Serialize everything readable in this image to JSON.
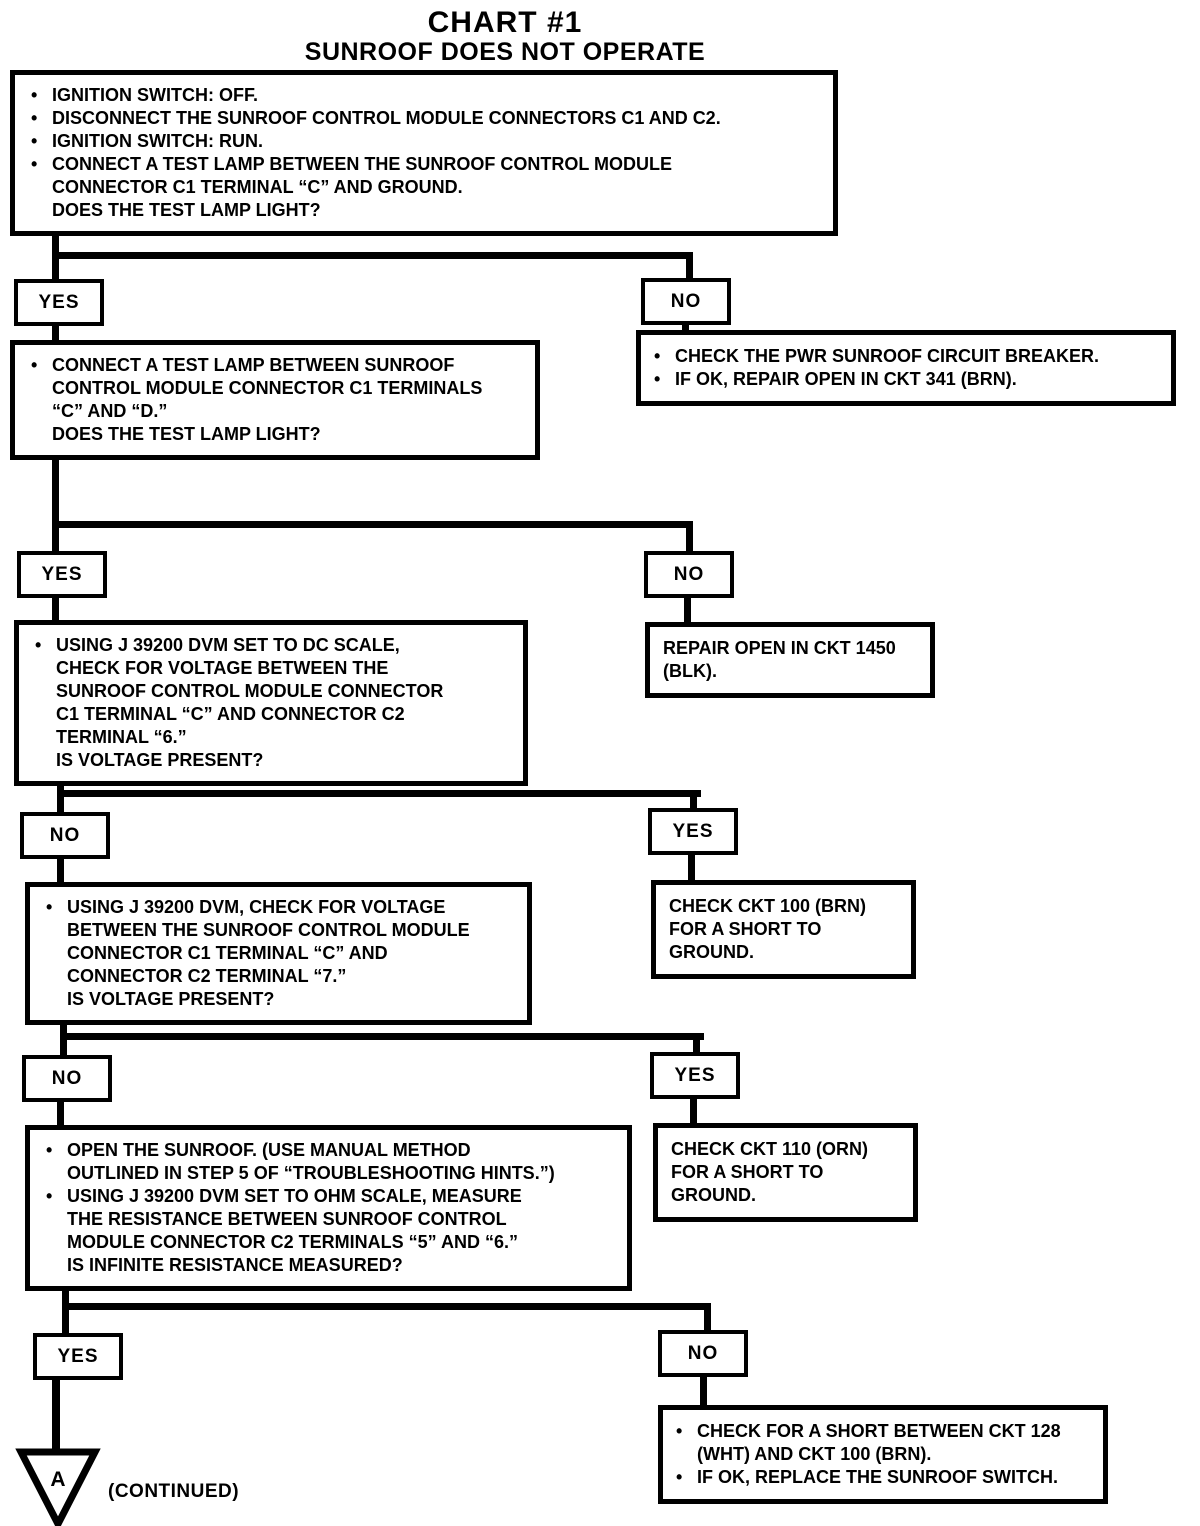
{
  "title": {
    "line1": "CHART #1",
    "line2": "SUNROOF DOES NOT OPERATE"
  },
  "glyphs": {
    "bullet": "•"
  },
  "labels": {
    "yes": "YES",
    "no": "NO"
  },
  "marker": {
    "label": "A",
    "continued": "(CONTINUED)"
  },
  "nodes": {
    "step1": {
      "lines": [
        "IGNITION SWITCH: OFF.",
        "DISCONNECT THE SUNROOF CONTROL MODULE CONNECTORS C1 AND C2.",
        "IGNITION SWITCH: RUN.",
        "CONNECT A TEST LAMP BETWEEN THE SUNROOF CONTROL MODULE",
        "CONNECTOR C1 TERMINAL “C” AND GROUND.",
        "DOES THE TEST LAMP LIGHT?"
      ]
    },
    "step2": {
      "lines": [
        "CONNECT A TEST LAMP BETWEEN SUNROOF",
        "CONTROL MODULE CONNECTOR C1 TERMINALS",
        "“C” AND “D.”",
        "DOES THE TEST LAMP LIGHT?"
      ]
    },
    "check_breaker": {
      "lines": [
        "CHECK THE PWR SUNROOF CIRCUIT BREAKER.",
        "IF OK, REPAIR OPEN IN CKT 341 (BRN)."
      ]
    },
    "step3": {
      "lines": [
        "USING J 39200 DVM SET TO DC SCALE,",
        "CHECK FOR VOLTAGE BETWEEN THE",
        "SUNROOF CONTROL MODULE CONNECTOR",
        "C1 TERMINAL “C” AND CONNECTOR C2",
        "TERMINAL “6.”",
        "IS VOLTAGE PRESENT?"
      ]
    },
    "repair_1450": {
      "lines": [
        "REPAIR OPEN IN CKT 1450",
        "(BLK)."
      ]
    },
    "step4": {
      "lines": [
        "USING J 39200 DVM, CHECK FOR VOLTAGE",
        "BETWEEN THE SUNROOF CONTROL MODULE",
        "CONNECTOR C1 TERMINAL “C” AND",
        "CONNECTOR C2 TERMINAL “7.”",
        "IS VOLTAGE PRESENT?"
      ]
    },
    "check_ckt100": {
      "lines": [
        "CHECK CKT 100 (BRN)",
        "FOR A SHORT TO",
        "GROUND."
      ]
    },
    "step5": {
      "lines": [
        "OPEN THE SUNROOF. (USE MANUAL METHOD",
        "OUTLINED IN STEP 5 OF “TROUBLESHOOTING HINTS.”)",
        "USING J 39200 DVM SET TO OHM SCALE, MEASURE",
        "THE RESISTANCE BETWEEN SUNROOF CONTROL",
        "MODULE CONNECTOR C2 TERMINALS “5” AND “6.”",
        "IS INFINITE RESISTANCE MEASURED?"
      ]
    },
    "check_ckt110": {
      "lines": [
        "CHECK CKT 110 (ORN)",
        "FOR A SHORT TO",
        "GROUND."
      ]
    },
    "check_short": {
      "lines": [
        "CHECK FOR A SHORT BETWEEN CKT 128",
        "(WHT) AND CKT 100 (BRN).",
        "IF OK, REPLACE THE SUNROOF SWITCH."
      ]
    }
  }
}
